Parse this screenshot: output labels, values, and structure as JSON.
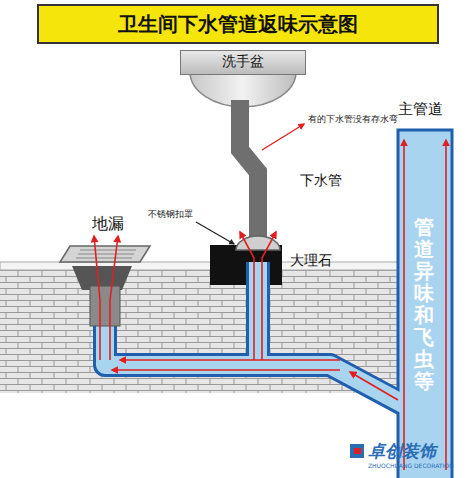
{
  "diagram": {
    "title": "卫生间下水管道返味示意图",
    "nodes": [
      {
        "text": [
          "洗手盆"
        ]
      },
      {
        "text": [
          "管道异味和飞虫等"
        ]
      }
    ],
    "labels": [
      "有的下水管没有存水弯",
      "下水管",
      "不锈钢扣罩",
      "地漏",
      "大理石",
      "主管道",
      "卓创装饰",
      "ZHUOCHUANG DECORATION"
    ]
  }
}
